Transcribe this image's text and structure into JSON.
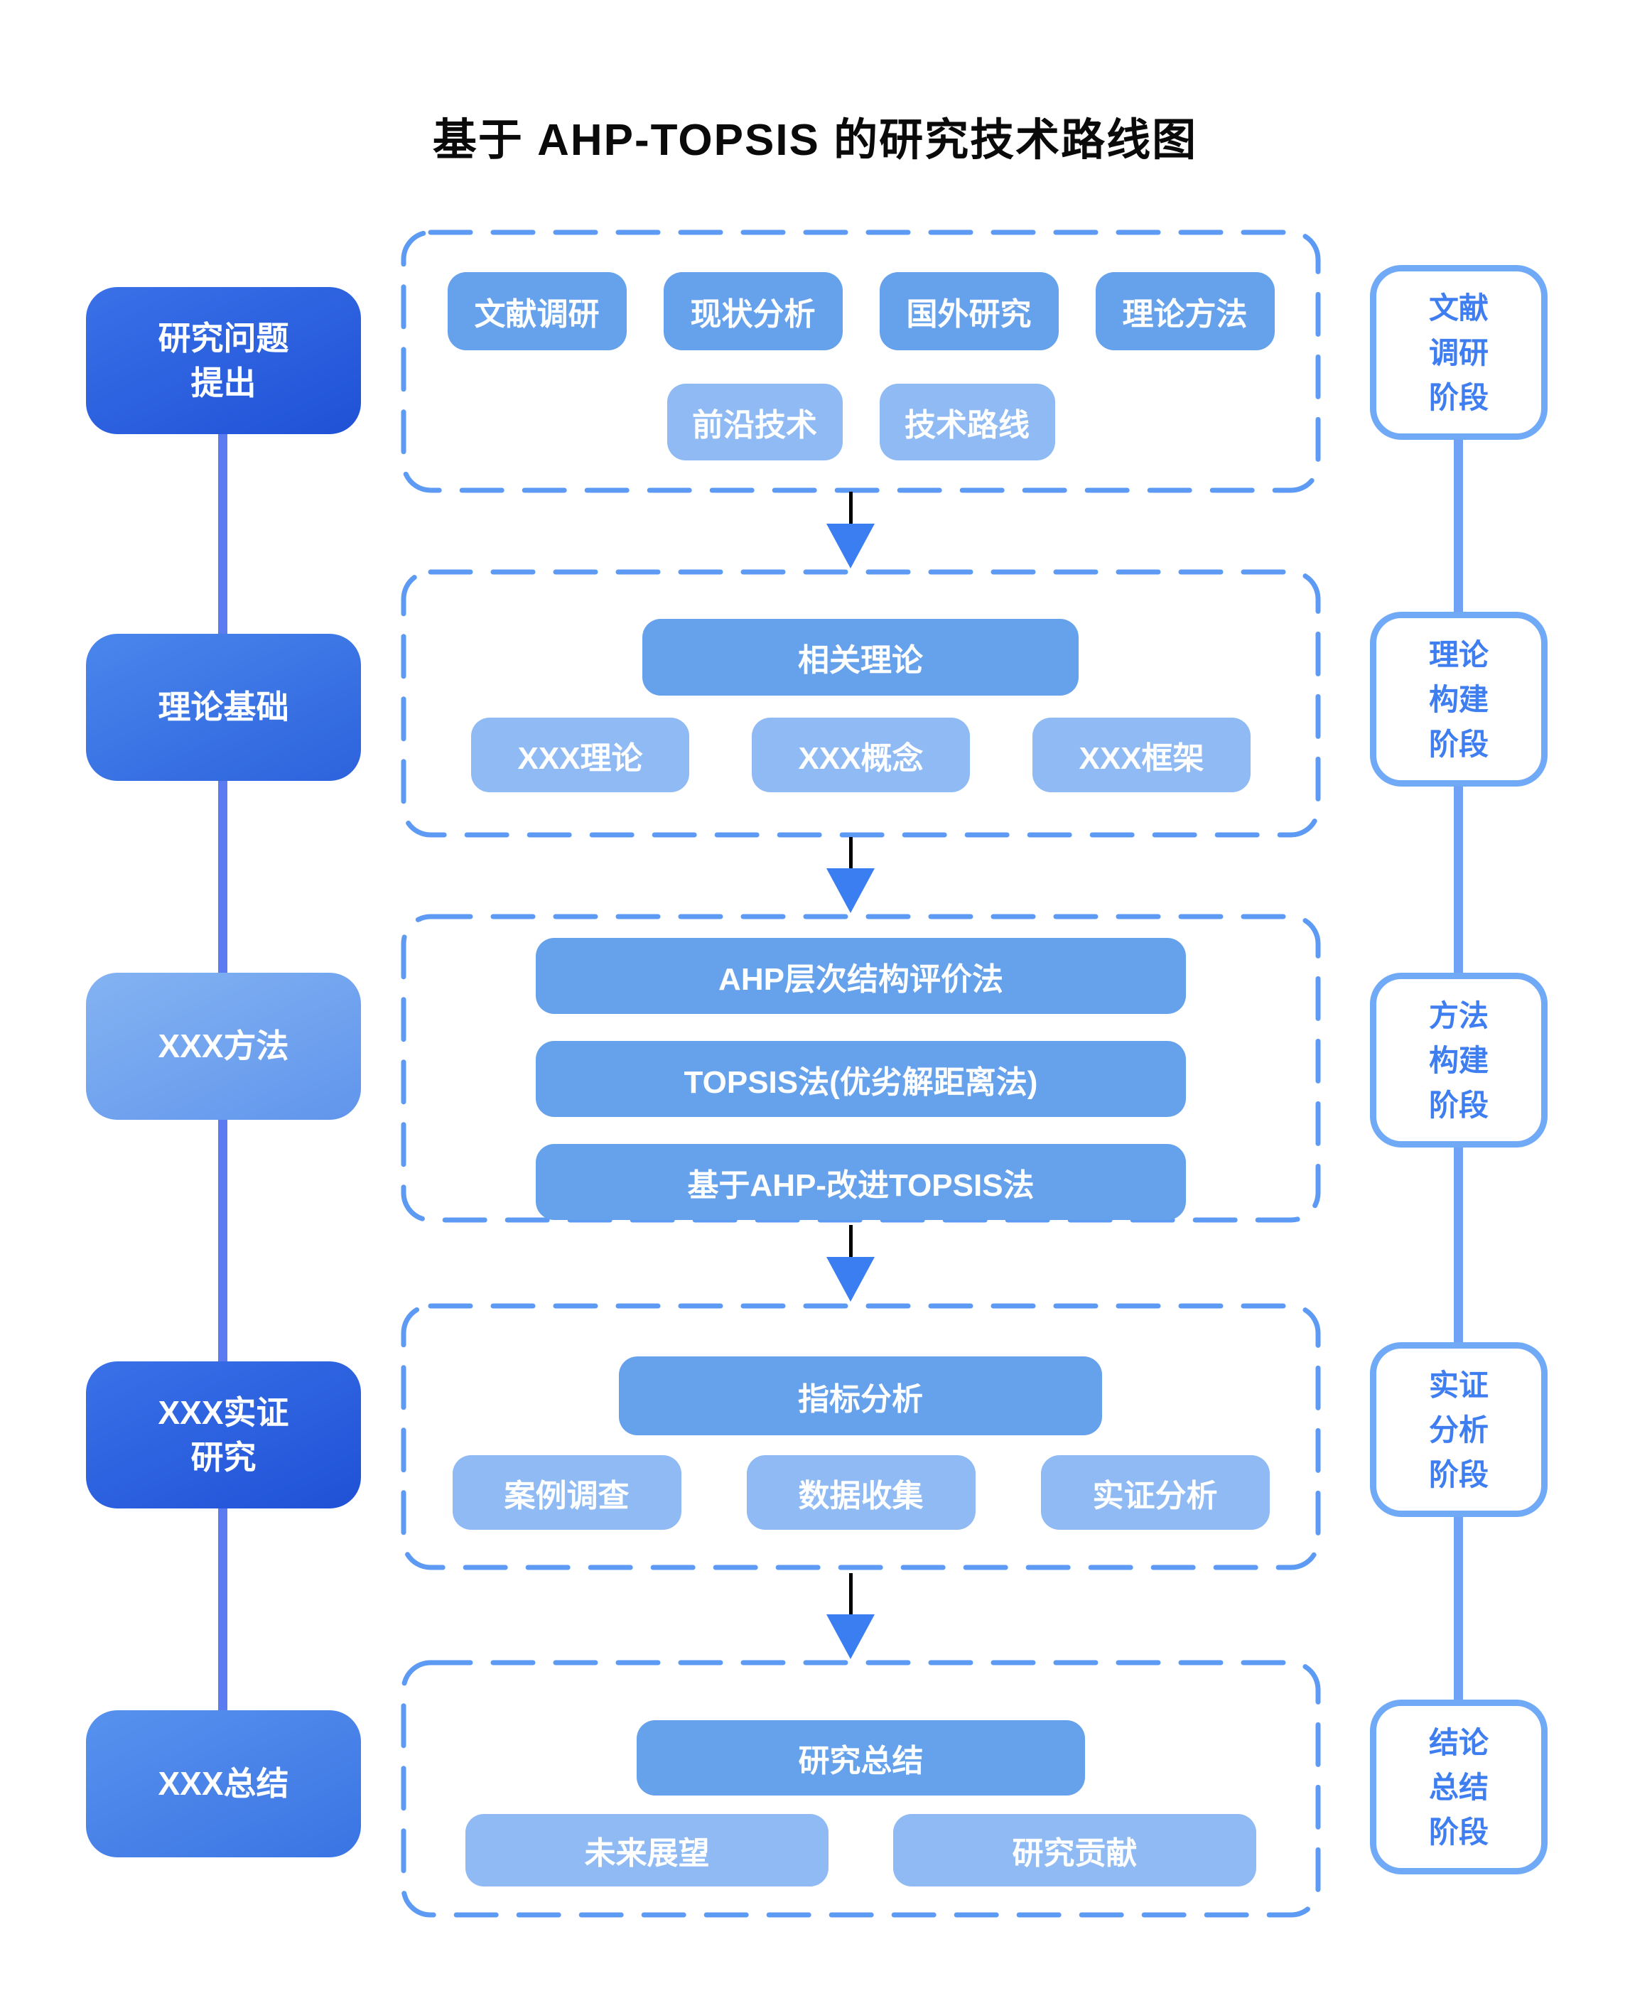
{
  "title": "基于 AHP-TOPSIS 的研究技术路线图",
  "stages": [
    {
      "label": "研究问题\n提出"
    },
    {
      "label": "理论基础"
    },
    {
      "label": "XXX方法"
    },
    {
      "label": "XXX实证\n研究"
    },
    {
      "label": "XXX总结"
    }
  ],
  "phases": [
    {
      "label": "文献\n调研\n阶段"
    },
    {
      "label": "理论\n构建\n阶段"
    },
    {
      "label": "方法\n构建\n阶段"
    },
    {
      "label": "实证\n分析\n阶段"
    },
    {
      "label": "结论\n总结\n阶段"
    }
  ],
  "groups": [
    {
      "items_row1": [
        "文献调研",
        "现状分析",
        "国外研究",
        "理论方法"
      ],
      "items_row2": [
        "前沿技术",
        "技术路线"
      ]
    },
    {
      "primary": "相关理论",
      "items": [
        "XXX理论",
        "XXX概念",
        "XXX框架"
      ]
    },
    {
      "stack": [
        "AHP层次结构评价法",
        "TOPSIS法(优劣解距离法)",
        "基于AHP-改进TOPSIS法"
      ]
    },
    {
      "primary": "指标分析",
      "items": [
        "案例调查",
        "数据收集",
        "实证分析"
      ]
    },
    {
      "primary": "研究总结",
      "items": [
        "未来展望",
        "研究贡献"
      ]
    }
  ],
  "colors": {
    "stage_dark_start": "#3A71E8",
    "stage_dark_end": "#1F51D6",
    "stage_medium_start": "#4A87EC",
    "stage_medium_end": "#2D62DD",
    "stage_light_start": "#84B3F2",
    "stage_light_end": "#6095EC",
    "stage_soft_start": "#5892EE",
    "stage_soft_end": "#3A74E3",
    "item_medium": "#66A1EB",
    "item_light": "#8FBAF4",
    "dashed_border": "#5C9AF3",
    "phase_border": "#70A9F6",
    "phase_text": "#3E7EF1",
    "left_line": "#5B7BF0",
    "right_line": "#6FA2F4",
    "arrow_head": "#3B7EF2",
    "arrow_shaft": "#000000",
    "title_color": "#0a0a0a"
  }
}
